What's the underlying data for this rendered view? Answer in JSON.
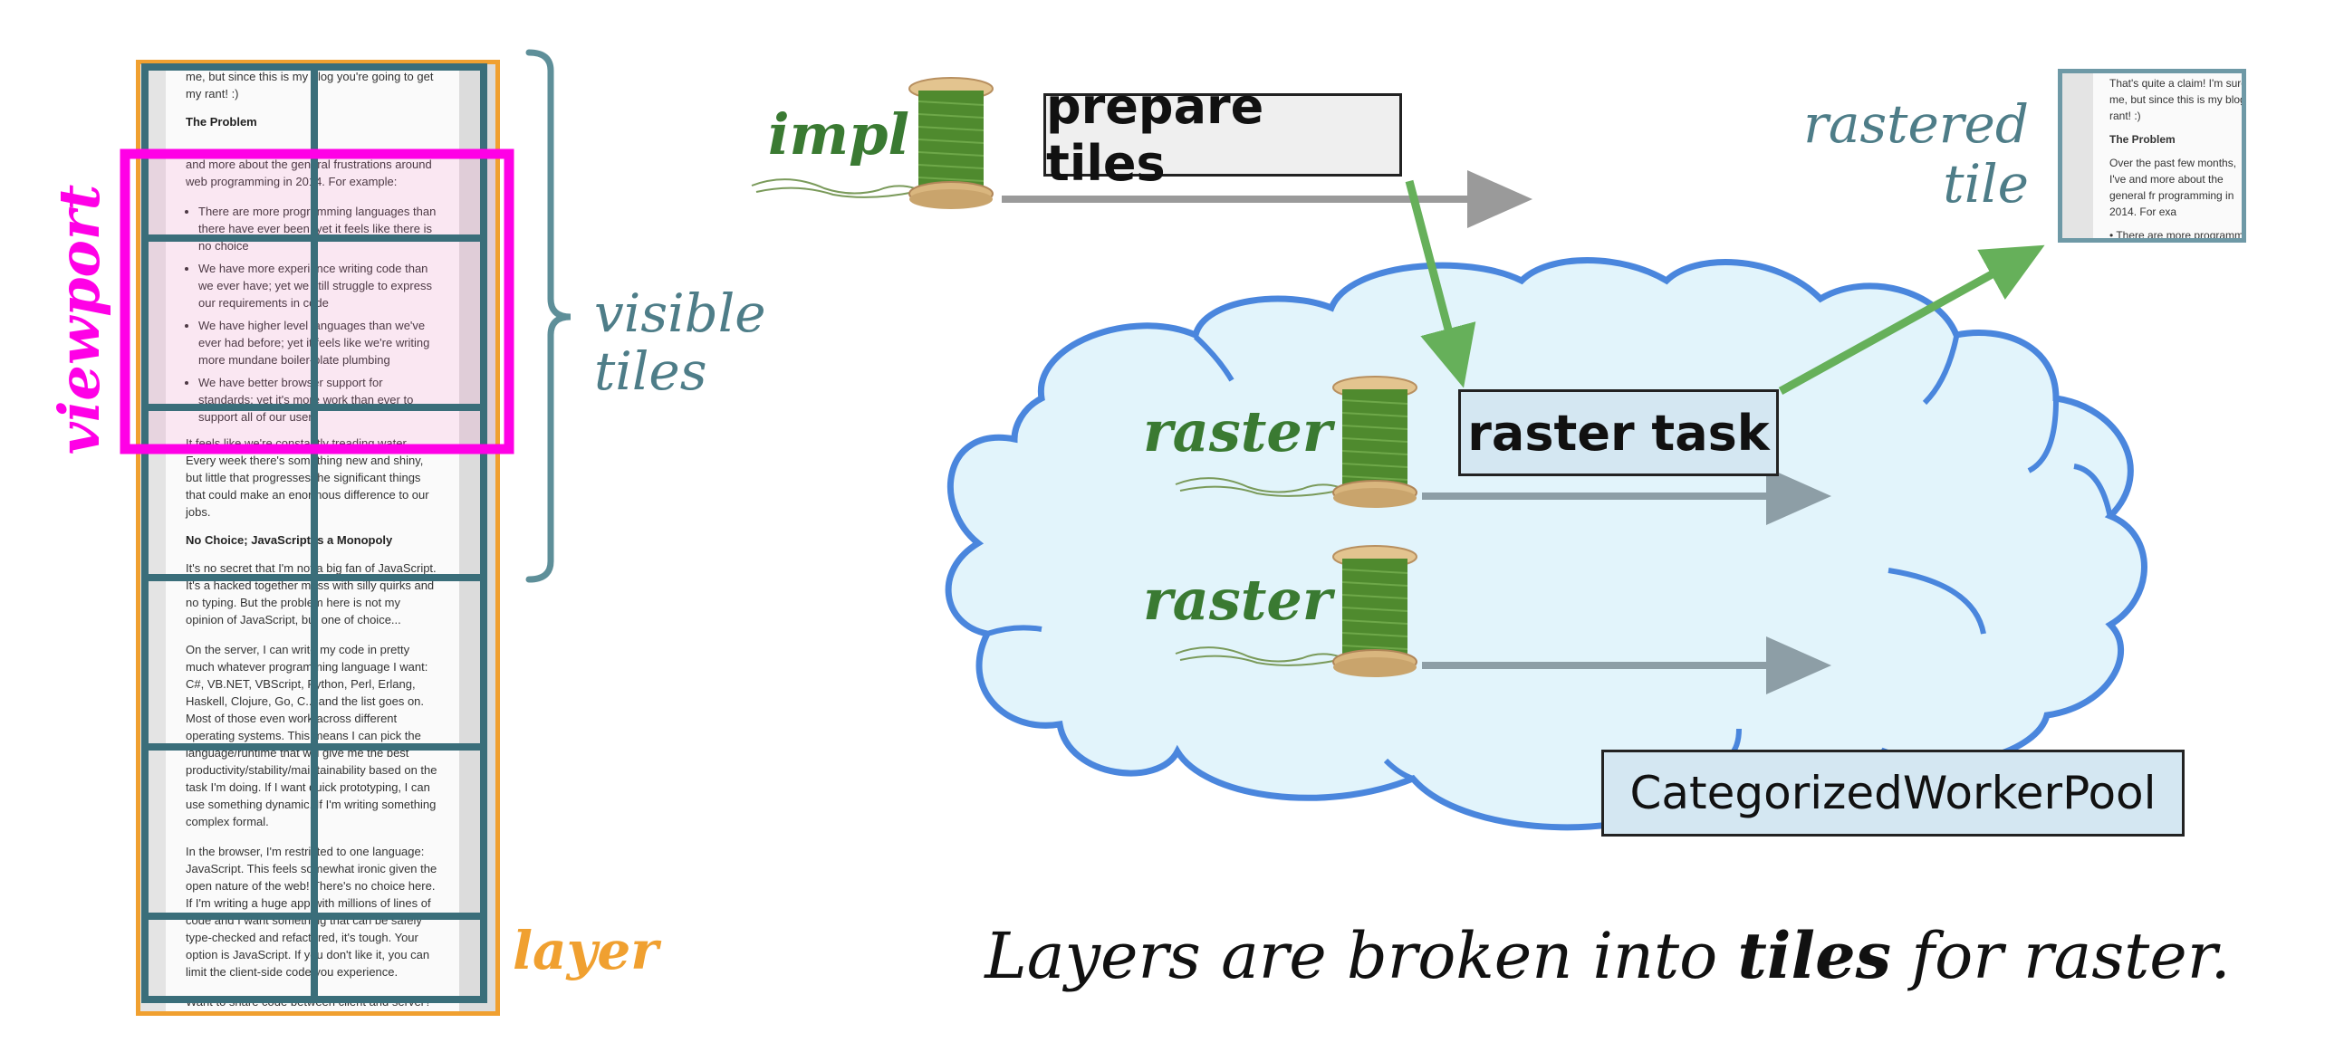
{
  "layer_doc": {
    "intro": "me, but since this is my blog you're going to get my rant! :)",
    "heading_problem": "The Problem",
    "para_frustrations": "and more about the general frustrations around web programming in 2014. For example:",
    "bullets": [
      "There are more programming languages than there have ever been; yet it feels like there is no choice",
      "We have more experience writing code than we ever have; yet we still struggle to express our requirements in code",
      "We have higher level languages than we've ever had before; yet it feels like we're writing more mundane boiler-plate plumbing",
      "We have better browser support for standards; yet it's more work than ever to support all of our users"
    ],
    "para_water": "It feels like we're constantly treading water. Every week there's something new and shiny, but little that progresses the significant things that could make an enormous difference to our jobs.",
    "heading_nochoice": "No Choice; JavaScript is a Monopoly",
    "para_secret": "It's no secret that I'm not a big fan of JavaScript. It's a hacked together mess with silly quirks and no typing. But the problem here is not my opinion of JavaScript, but one of choice...",
    "para_server": "On the server, I can write my code in pretty much whatever programming language I want: C#, VB.NET, VBScript, Python, Perl, Erlang, Haskell, Clojure, Go, C... and the list goes on. Most of those even work across different operating systems. This means I can pick the language/runtime that will give me the best productivity/stability/maintainability based on the task I'm doing. If I want quick prototyping, I can use something dynamic. If I'm writing something complex formal.",
    "para_browser": "In the browser, I'm restricted to one language: JavaScript. This feels somewhat ironic given the open nature of the web! There's no choice here. If I'm writing a huge app with millions of lines of code and I want something that can be safely type-checked and refactored, it's tough. Your option is JavaScript. If you don't like it, you can limit the client-side code you experience.",
    "para_share": "Want to share code between client and server? Now you're even more screwed, because you're writing JavaScript on the server too..."
  },
  "labels": {
    "viewport": "viewport",
    "visible_tiles_line1": "visible",
    "visible_tiles_line2": "tiles",
    "layer": "layer",
    "impl": "impl",
    "prepare_tiles": "prepare tiles",
    "rastered_line1": "rastered",
    "rastered_line2": "tile",
    "raster_1": "raster",
    "raster_2": "raster",
    "raster_task": "raster task",
    "worker_pool": "CategorizedWorkerPool"
  },
  "tile_doc": {
    "line1": "That's quite a claim! I'm sure m",
    "line2": "me, but since this is my blog yo",
    "line3": "rant! :)",
    "heading": "The Problem",
    "para": "Over the past few months, I've and more about the general fr programming in 2014. For exa",
    "bullet": "There are more programmi"
  },
  "caption": {
    "part1": "Layers are broken into ",
    "bold": "tiles",
    "part2": " for raster."
  },
  "colors": {
    "layer_border": "#f0a030",
    "viewport": "#ff00e6",
    "tile_grid": "#3a6e7a",
    "bracket": "#5e8f99",
    "teal_text": "#4e7d88",
    "green_text": "#3a7a32",
    "green_arrow": "#66b05a",
    "gray_arrow": "#9a9a9a",
    "cloud_fill": "#e2f4fb",
    "cloud_stroke": "#4a86dd",
    "box_fill": "#d4e7f2",
    "box_fill_light": "#efefef"
  }
}
